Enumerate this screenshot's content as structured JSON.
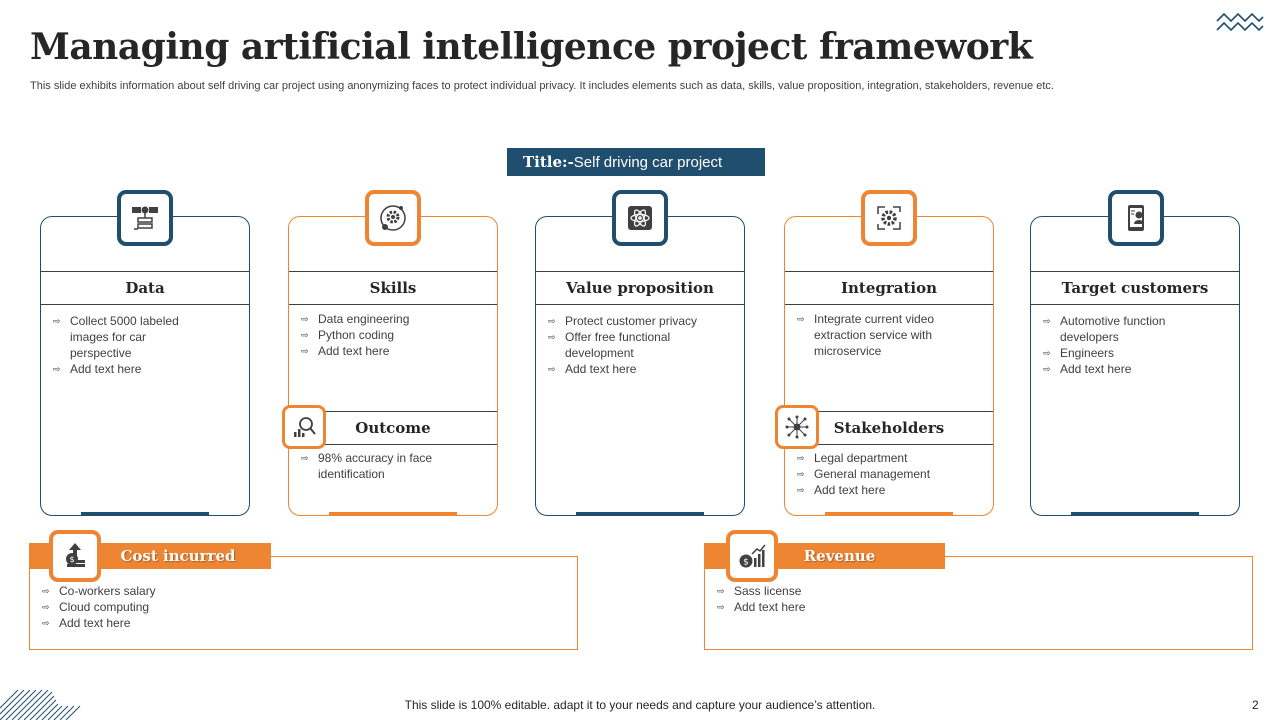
{
  "slide": {
    "title": "Managing artificial intelligence project framework",
    "subtitle": "This slide exhibits information about self driving car project using anonymizing faces to protect individual privacy.  It includes elements such as data, skills, value proposition, integration, stakeholders, revenue etc.",
    "project_title_label": "Title:-",
    "project_title_value": "Self driving car project",
    "footer": "This slide is 100% editable. adapt it to your needs and capture your audience’s attention.",
    "page_number": "2"
  },
  "cards": [
    {
      "heading": "Data",
      "icon": "server-network-icon",
      "items": [
        "Collect 5000 labeled images for car perspective",
        "Add text here"
      ]
    },
    {
      "heading": "Skills",
      "icon": "gear-cycle-icon",
      "items": [
        "Data engineering",
        "Python coding",
        "Add text here"
      ],
      "sub": {
        "heading": "Outcome",
        "icon": "magnifier-chart-icon",
        "items": [
          "98% accuracy in face identification"
        ]
      }
    },
    {
      "heading": "Value proposition",
      "icon": "atom-icon",
      "items": [
        "Protect customer privacy",
        "Offer free functional development",
        "Add text here"
      ]
    },
    {
      "heading": "Integration",
      "icon": "gear-arrows-icon",
      "items": [
        "Integrate current video extraction service with microservice"
      ],
      "sub": {
        "heading": "Stakeholders",
        "icon": "network-hub-icon",
        "items": [
          "Legal department",
          "General management",
          "Add text here"
        ]
      }
    },
    {
      "heading": "Target customers",
      "icon": "mobile-user-icon",
      "items": [
        "Automotive function developers",
        "Engineers",
        "Add text here"
      ]
    }
  ],
  "cost": {
    "heading": "Cost incurred",
    "icon": "money-growth-icon",
    "items": [
      "Co-workers salary",
      "Cloud computing",
      "Add text here"
    ]
  },
  "revenue": {
    "heading": "Revenue",
    "icon": "money-chart-icon",
    "items": [
      "Sass license",
      "Add text here"
    ]
  },
  "colors": {
    "navy": "#1f4e6e",
    "orange": "#ee8533",
    "text": "#404040"
  }
}
